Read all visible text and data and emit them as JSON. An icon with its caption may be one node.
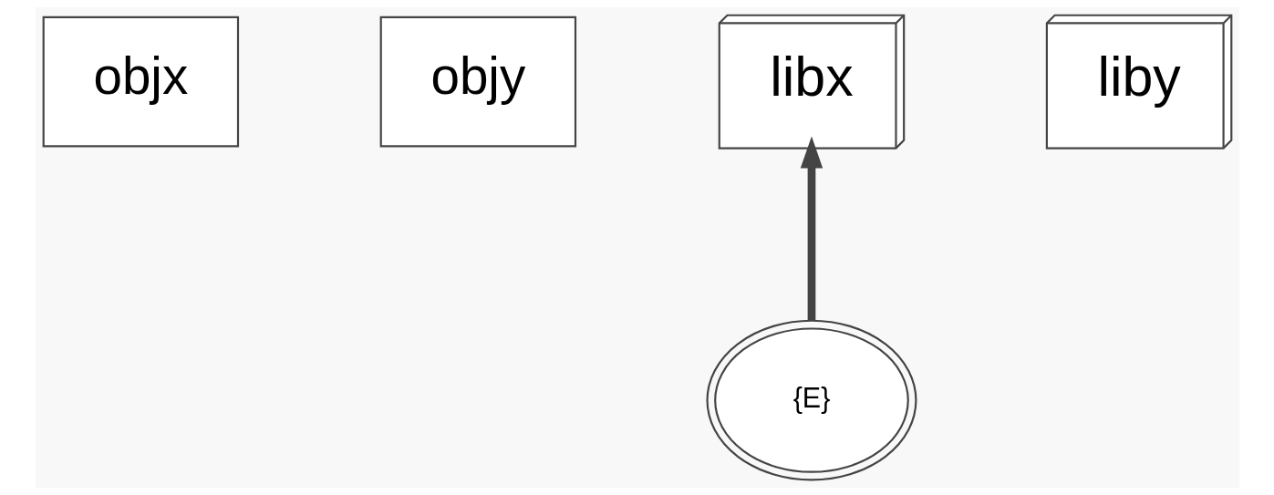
{
  "diagram": {
    "nodes": [
      {
        "text": [
          "objx"
        ]
      },
      {
        "text": [
          "objy"
        ]
      },
      {
        "text": [
          "libx"
        ]
      },
      {
        "text": [
          "liby"
        ]
      },
      {
        "text": [
          "{E}"
        ]
      }
    ],
    "edges": [
      {
        "from": 4,
        "to": 2,
        "arrow": "to"
      }
    ]
  }
}
